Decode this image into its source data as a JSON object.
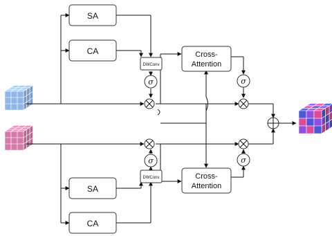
{
  "diagram": {
    "top_branch": {
      "sa_label": "SA",
      "ca_label": "CA",
      "dwconv_label": "DWConv",
      "sigma_label": "σ"
    },
    "bottom_branch": {
      "sa_label": "SA",
      "ca_label": "CA",
      "dwconv_label": "DWConv",
      "sigma_label": "σ"
    },
    "cross_attention_top": {
      "label_line1": "Cross-",
      "label_line2": "Attention",
      "sigma_label": "σ"
    },
    "cross_attention_bottom": {
      "label_line1": "Cross-",
      "label_line2": "Attention",
      "sigma_label": "σ"
    },
    "colors": {
      "input_top_cube": "#8fb6ea",
      "input_bottom_cube": "#d57aa8",
      "output_cube_a": "#4b57d6",
      "output_cube_b": "#e0489a",
      "output_cube_c": "#8f4fe0",
      "line": "#111111",
      "box_stroke": "#333333"
    }
  }
}
